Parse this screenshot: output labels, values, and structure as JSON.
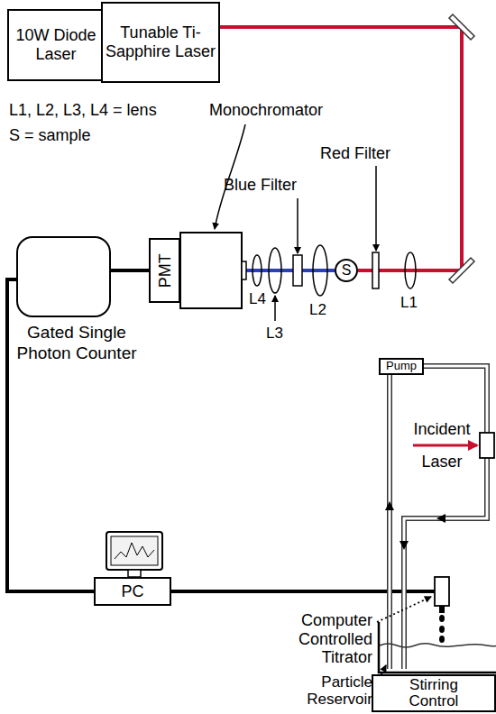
{
  "diagram": {
    "nodes": [
      {
        "text": [
          "10W Diode Laser"
        ]
      },
      {
        "text": [
          "Tunable Ti-Sapphire Laser"
        ]
      },
      {
        "text": [
          "S"
        ]
      },
      {
        "text": [
          "PMT"
        ]
      },
      {
        "text": [
          "Gated Single Photon Counter"
        ]
      },
      {
        "text": [
          "PC"
        ]
      },
      {
        "text": [
          "Pump"
        ]
      },
      {
        "text": [
          "Stirring Control"
        ]
      }
    ],
    "edges": [
      {
        "from": 1,
        "to": 2,
        "arrow": "none"
      },
      {
        "from": 2,
        "to": 3,
        "arrow": "none"
      },
      {
        "from": 4,
        "to": 3,
        "arrow": "none"
      },
      {
        "from": 4,
        "to": 5,
        "arrow": "none"
      }
    ],
    "labels": [
      "L1, L2, L3, L4 = lens",
      "S = sample",
      "Monochromator",
      "Red Filter",
      "Blue Filter",
      "L4",
      "L3",
      "L2",
      "L1",
      "Incident Laser",
      "Computer Controlled Titrator",
      "Particle Reservoir"
    ]
  }
}
